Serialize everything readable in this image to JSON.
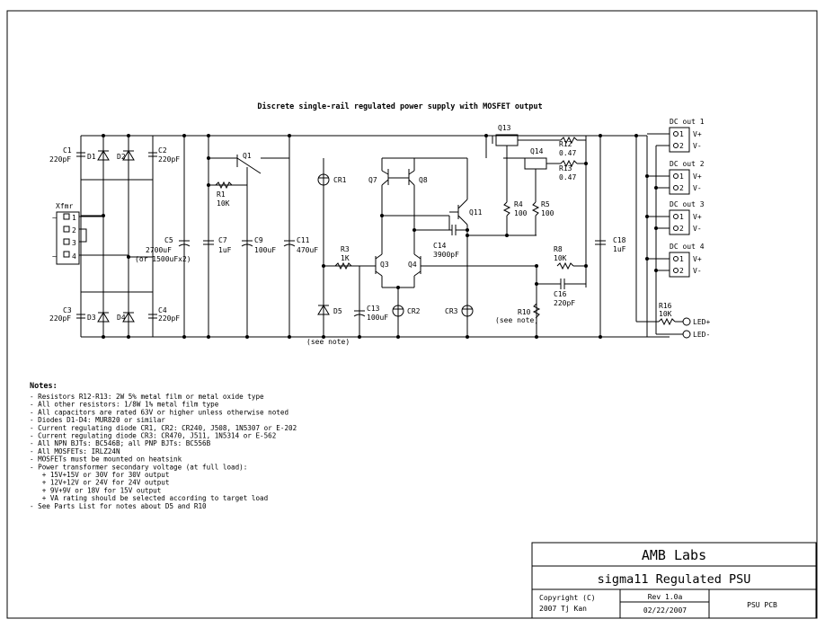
{
  "title": "Discrete single-rail regulated power supply with MOSFET output",
  "components": {
    "C1": {
      "ref": "C1",
      "value": "220pF"
    },
    "C2": {
      "ref": "C2",
      "value": "220pF"
    },
    "C3": {
      "ref": "C3",
      "value": "220pF"
    },
    "C4": {
      "ref": "C4",
      "value": "220pF"
    },
    "C5": {
      "ref": "C5",
      "value": "2700uF",
      "alt": "(or 1500uFx2)"
    },
    "C7": {
      "ref": "C7",
      "value": "1uF"
    },
    "C9": {
      "ref": "C9",
      "value": "100uF"
    },
    "C11": {
      "ref": "C11",
      "value": "470uF"
    },
    "C13": {
      "ref": "C13",
      "value": "100uF"
    },
    "C14": {
      "ref": "C14",
      "value": "3900pF"
    },
    "C16": {
      "ref": "C16",
      "value": "220pF"
    },
    "C18": {
      "ref": "C18",
      "value": "1uF"
    },
    "D1": "D1",
    "D2": "D2",
    "D3": "D3",
    "D4": "D4",
    "D5": "D5",
    "CR1": "CR1",
    "CR2": "CR2",
    "CR3": "CR3",
    "R1": {
      "ref": "R1",
      "value": "10K"
    },
    "R3": {
      "ref": "R3",
      "value": "1K"
    },
    "R4": {
      "ref": "R4",
      "value": "100"
    },
    "R5": {
      "ref": "R5",
      "value": "100"
    },
    "R8": {
      "ref": "R8",
      "value": "10K"
    },
    "R10": {
      "ref": "R10",
      "note": "(see note)"
    },
    "R12": {
      "ref": "R12",
      "value": "0.47"
    },
    "R13": {
      "ref": "R13",
      "value": "0.47"
    },
    "R16": {
      "ref": "R16",
      "value": "10K"
    },
    "Q1": "Q1",
    "Q3": "Q3",
    "Q4": "Q4",
    "Q7": "Q7",
    "Q8": "Q8",
    "Q11": "Q11",
    "Q13": "Q13",
    "Q14": "Q14",
    "xfmr": "Xfmr",
    "d5_note": "(see note)"
  },
  "transformer_pins": [
    "1",
    "2",
    "3",
    "4"
  ],
  "ac_symbol": "~",
  "outputs": [
    {
      "label": "DC out 1",
      "pin1": "V+",
      "pin2": "V-"
    },
    {
      "label": "DC out 2",
      "pin1": "V+",
      "pin2": "V-"
    },
    {
      "label": "DC out 3",
      "pin1": "V+",
      "pin2": "V-"
    },
    {
      "label": "DC out 4",
      "pin1": "V+",
      "pin2": "V-"
    }
  ],
  "led": {
    "plus": "LED+",
    "minus": "LED-"
  },
  "notes": {
    "heading": "Notes:",
    "lines": [
      "- Resistors R12-R13: 2W 5% metal film or metal oxide type",
      "- All other resistors: 1/8W 1% metal film type",
      "- All capacitors are rated 63V or higher unless otherwise noted",
      "- Diodes D1-D4: MUR820 or similar",
      "- Current regulating diode CR1, CR2: CR240, J508, 1N5307 or E-202",
      "- Current regulating diode CR3: CR470, J511, 1N5314 or E-562",
      "- All NPN BJTs: BC546B; all PNP BJTs: BC556B",
      "- All MOSFETs: IRLZ24N",
      "- MOSFETs must be mounted on heatsink",
      "- Power transformer secondary voltage (at full load):",
      "   + 15V+15V or 30V for 30V output",
      "   + 12V+12V or 24V for 24V output",
      "   + 9V+9V or 18V for 15V output",
      "   + VA rating should be selected according to target load",
      "- See Parts List for notes about D5 and R10"
    ]
  },
  "title_block": {
    "company": "AMB Labs",
    "project": "sigma11 Regulated PSU",
    "copyright_line1": "Copyright (C)",
    "copyright_line2": "2007 Tj Kan",
    "rev": "Rev 1.0a",
    "date": "02/22/2007",
    "sheet": "PSU PCB"
  }
}
